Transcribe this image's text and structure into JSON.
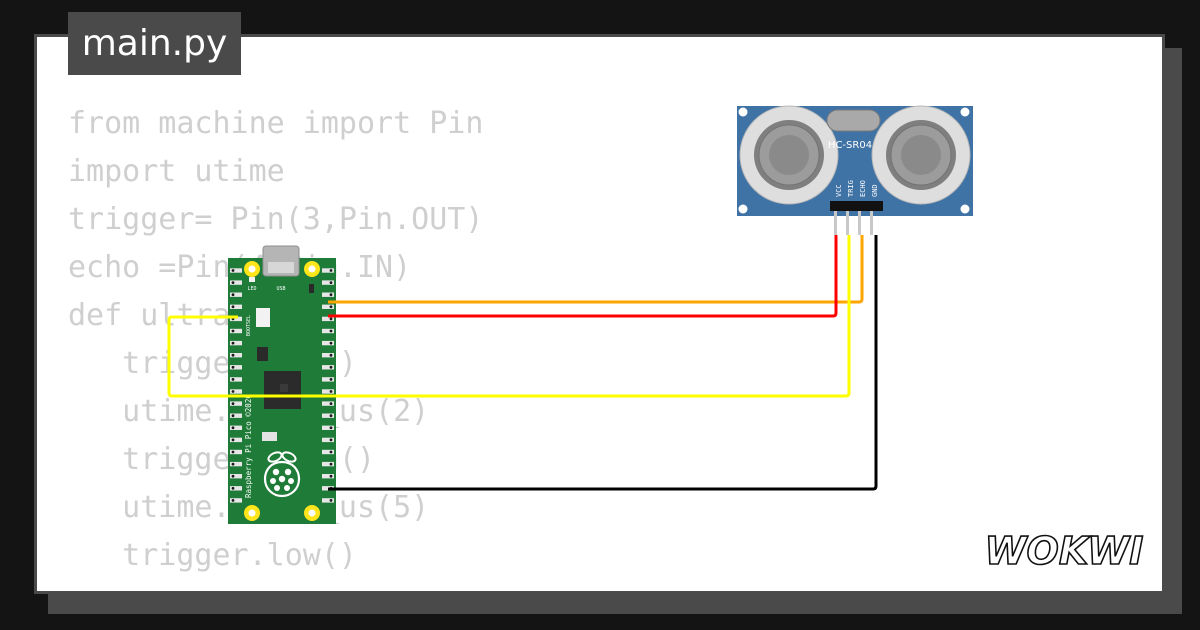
{
  "editor": {
    "filename": "main.py",
    "code_lines": [
      "from machine import Pin",
      "import utime",
      "trigger= Pin(3,Pin.OUT)",
      "echo =Pin(4,Pin.IN)",
      "def ultra():",
      "   trigger.low()",
      "   utime.sleep_us(2)",
      "   trigger.high()",
      "   utime.sleep_us(5)",
      "   trigger.low()"
    ]
  },
  "sensor": {
    "model": "HC-SR04",
    "pins": [
      "VCC",
      "TRIG",
      "ECHO",
      "GND"
    ],
    "board_color": "#3f72a5"
  },
  "pico": {
    "silkscreen": "Raspberry Pi Pico ©2020",
    "labels": {
      "led": "LED",
      "usb": "USB",
      "bootsel": "BOOTSEL"
    },
    "board_color": "#1e7b38"
  },
  "wires": {
    "vcc_color": "#ff0000",
    "trig_color": "#ffff00",
    "echo_color": "#ffa500",
    "gnd_color": "#000000"
  },
  "brand": {
    "name": "WOKWI"
  }
}
